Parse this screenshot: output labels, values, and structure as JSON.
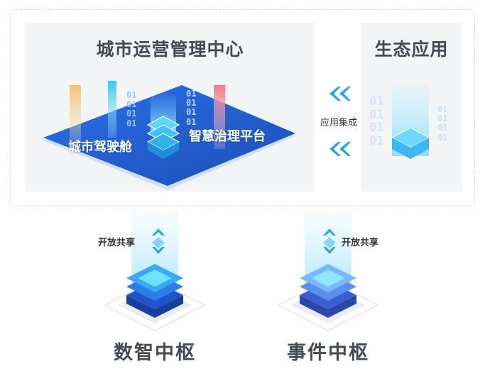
{
  "center": {
    "title": "城市运营管理中心"
  },
  "ecosystem": {
    "title": "生态应用"
  },
  "cockpit": {
    "label": "城市驾驶舱"
  },
  "platform": {
    "label": "智慧治理平台"
  },
  "integration": {
    "label": "应用集成"
  },
  "hubs": [
    {
      "title": "数智中枢",
      "share_label": "开放共享"
    },
    {
      "title": "事件中枢",
      "share_label": "开放共享"
    }
  ],
  "binary_digits": {
    "bits": "01\n01\n01\n01"
  },
  "colors": {
    "accent_blue": "#1f6fe0",
    "cyan": "#36c9f5",
    "panel_bg": "#f3f4f6",
    "title_gray": "#444a52"
  }
}
